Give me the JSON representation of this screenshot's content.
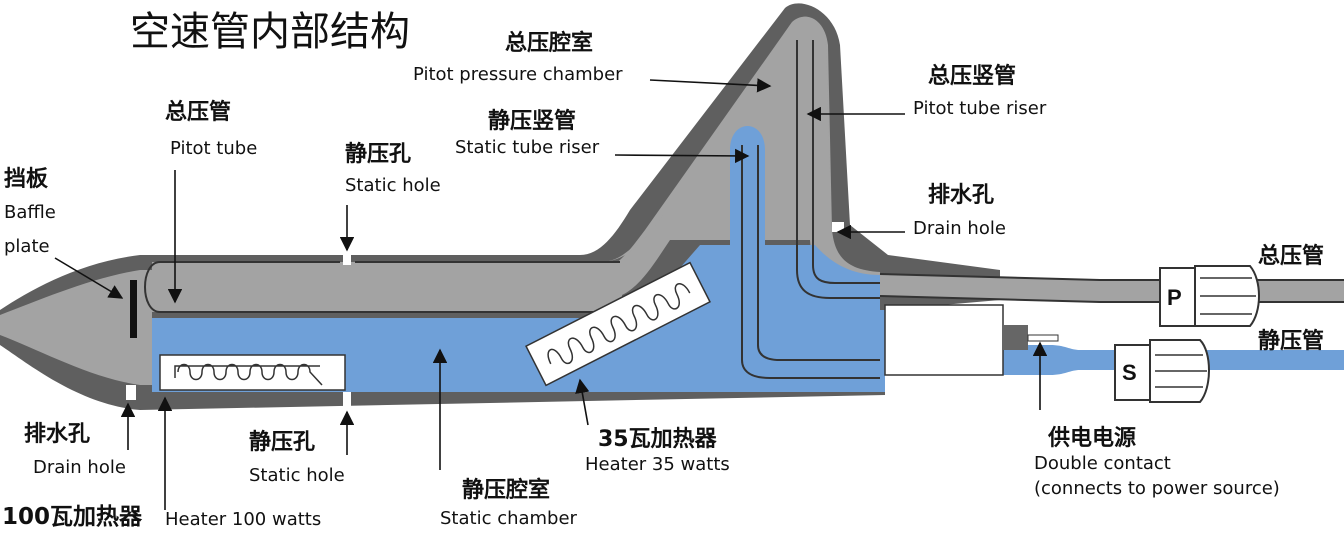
{
  "title": "空速管内部结构",
  "colors": {
    "pitot_gray": "#a3a3a3",
    "casing_dark": "#5f5f5f",
    "static_blue": "#6fa0d8",
    "heater_box": "#ffffff"
  },
  "labels": {
    "pitot_chamber_cn": "总压腔室",
    "pitot_chamber_en": "Pitot pressure chamber",
    "pitot_riser_cn": "总压竖管",
    "pitot_riser_en": "Pitot tube riser",
    "static_riser_cn": "静压竖管",
    "static_riser_en": "Static tube riser",
    "pitot_tube_cn": "总压管",
    "pitot_tube_en": "Pitot tube",
    "static_hole_top_cn": "静压孔",
    "static_hole_top_en": "Static hole",
    "baffle_cn": "挡板",
    "baffle_en_1": "Baffle",
    "baffle_en_2": "plate",
    "drain_right_cn": "排水孔",
    "drain_right_en": "Drain hole",
    "drain_left_cn": "排水孔",
    "drain_left_en": "Drain hole",
    "static_hole_bottom_cn": "静压孔",
    "static_hole_bottom_en": "Static hole",
    "heater100_cn": "100瓦加热器",
    "heater100_en": "Heater 100 watts",
    "static_chamber_cn": "静压腔室",
    "static_chamber_en": "Static chamber",
    "heater35_cn": "35瓦加热器",
    "heater35_en": "Heater 35 watts",
    "power_cn": "供电电源",
    "power_en_1": "Double contact",
    "power_en_2": "(connects to power source)",
    "out_pitot_cn": "总压管",
    "out_static_cn": "静压管",
    "port_p": "P",
    "port_s": "S"
  }
}
